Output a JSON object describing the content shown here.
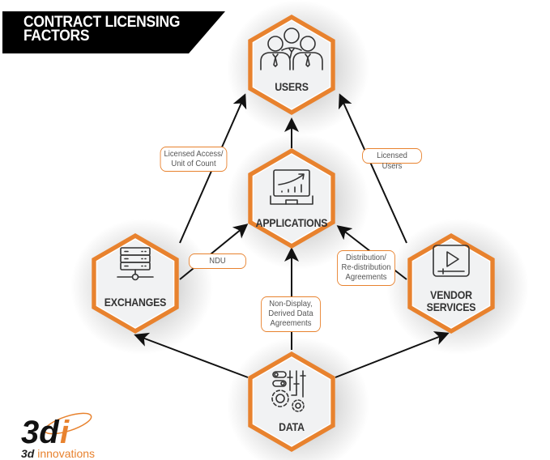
{
  "title": {
    "line1": "CONTRACT LICENSING",
    "line2": "FACTORS"
  },
  "colors": {
    "accent": "#e8822e",
    "banner_bg": "#000000",
    "hex_fill": "#f1f2f3",
    "text_dark": "#333333",
    "arrow": "#111111"
  },
  "nodes": {
    "users": {
      "label": "USERS",
      "icon": "users-group-icon"
    },
    "applications": {
      "label": "APPLICATIONS",
      "icon": "laptop-chart-icon"
    },
    "exchanges": {
      "label": "EXCHANGES",
      "icon": "server-network-icon"
    },
    "vendor_services": {
      "label1": "VENDOR",
      "label2": "SERVICES",
      "icon": "video-play-icon"
    },
    "data": {
      "label": "DATA",
      "icon": "settings-gears-icon"
    }
  },
  "edges": [
    {
      "from": "exchanges",
      "to": "users",
      "label": [
        "Licensed Access/",
        "Unit of Count"
      ]
    },
    {
      "from": "vendor_services",
      "to": "users",
      "label": [
        "Licensed Users"
      ]
    },
    {
      "from": "applications",
      "to": "users",
      "label": []
    },
    {
      "from": "exchanges",
      "to": "applications",
      "label": [
        "NDU"
      ]
    },
    {
      "from": "vendor_services",
      "to": "applications",
      "label": [
        "Distribution/",
        "Re-distribution",
        "Agreements"
      ]
    },
    {
      "from": "data",
      "to": "applications",
      "label": [
        "Non-Display,",
        "Derived Data",
        "Agreements"
      ]
    },
    {
      "from": "data",
      "to": "exchanges",
      "label": []
    },
    {
      "from": "data",
      "to": "vendor_services",
      "label": []
    }
  ],
  "edge_labels": {
    "licensed_access": {
      "line1": "Licensed Access/",
      "line2": "Unit of Count"
    },
    "licensed_users": {
      "line1": "Licensed Users"
    },
    "ndu": {
      "line1": "NDU"
    },
    "distribution": {
      "line1": "Distribution/",
      "line2": "Re-distribution",
      "line3": "Agreements"
    },
    "non_display": {
      "line1": "Non-Display,",
      "line2": "Derived Data",
      "line3": "Agreements"
    }
  },
  "logo": {
    "mark": "3di",
    "sub_bold": "3d",
    "sub_text": " innovations"
  }
}
